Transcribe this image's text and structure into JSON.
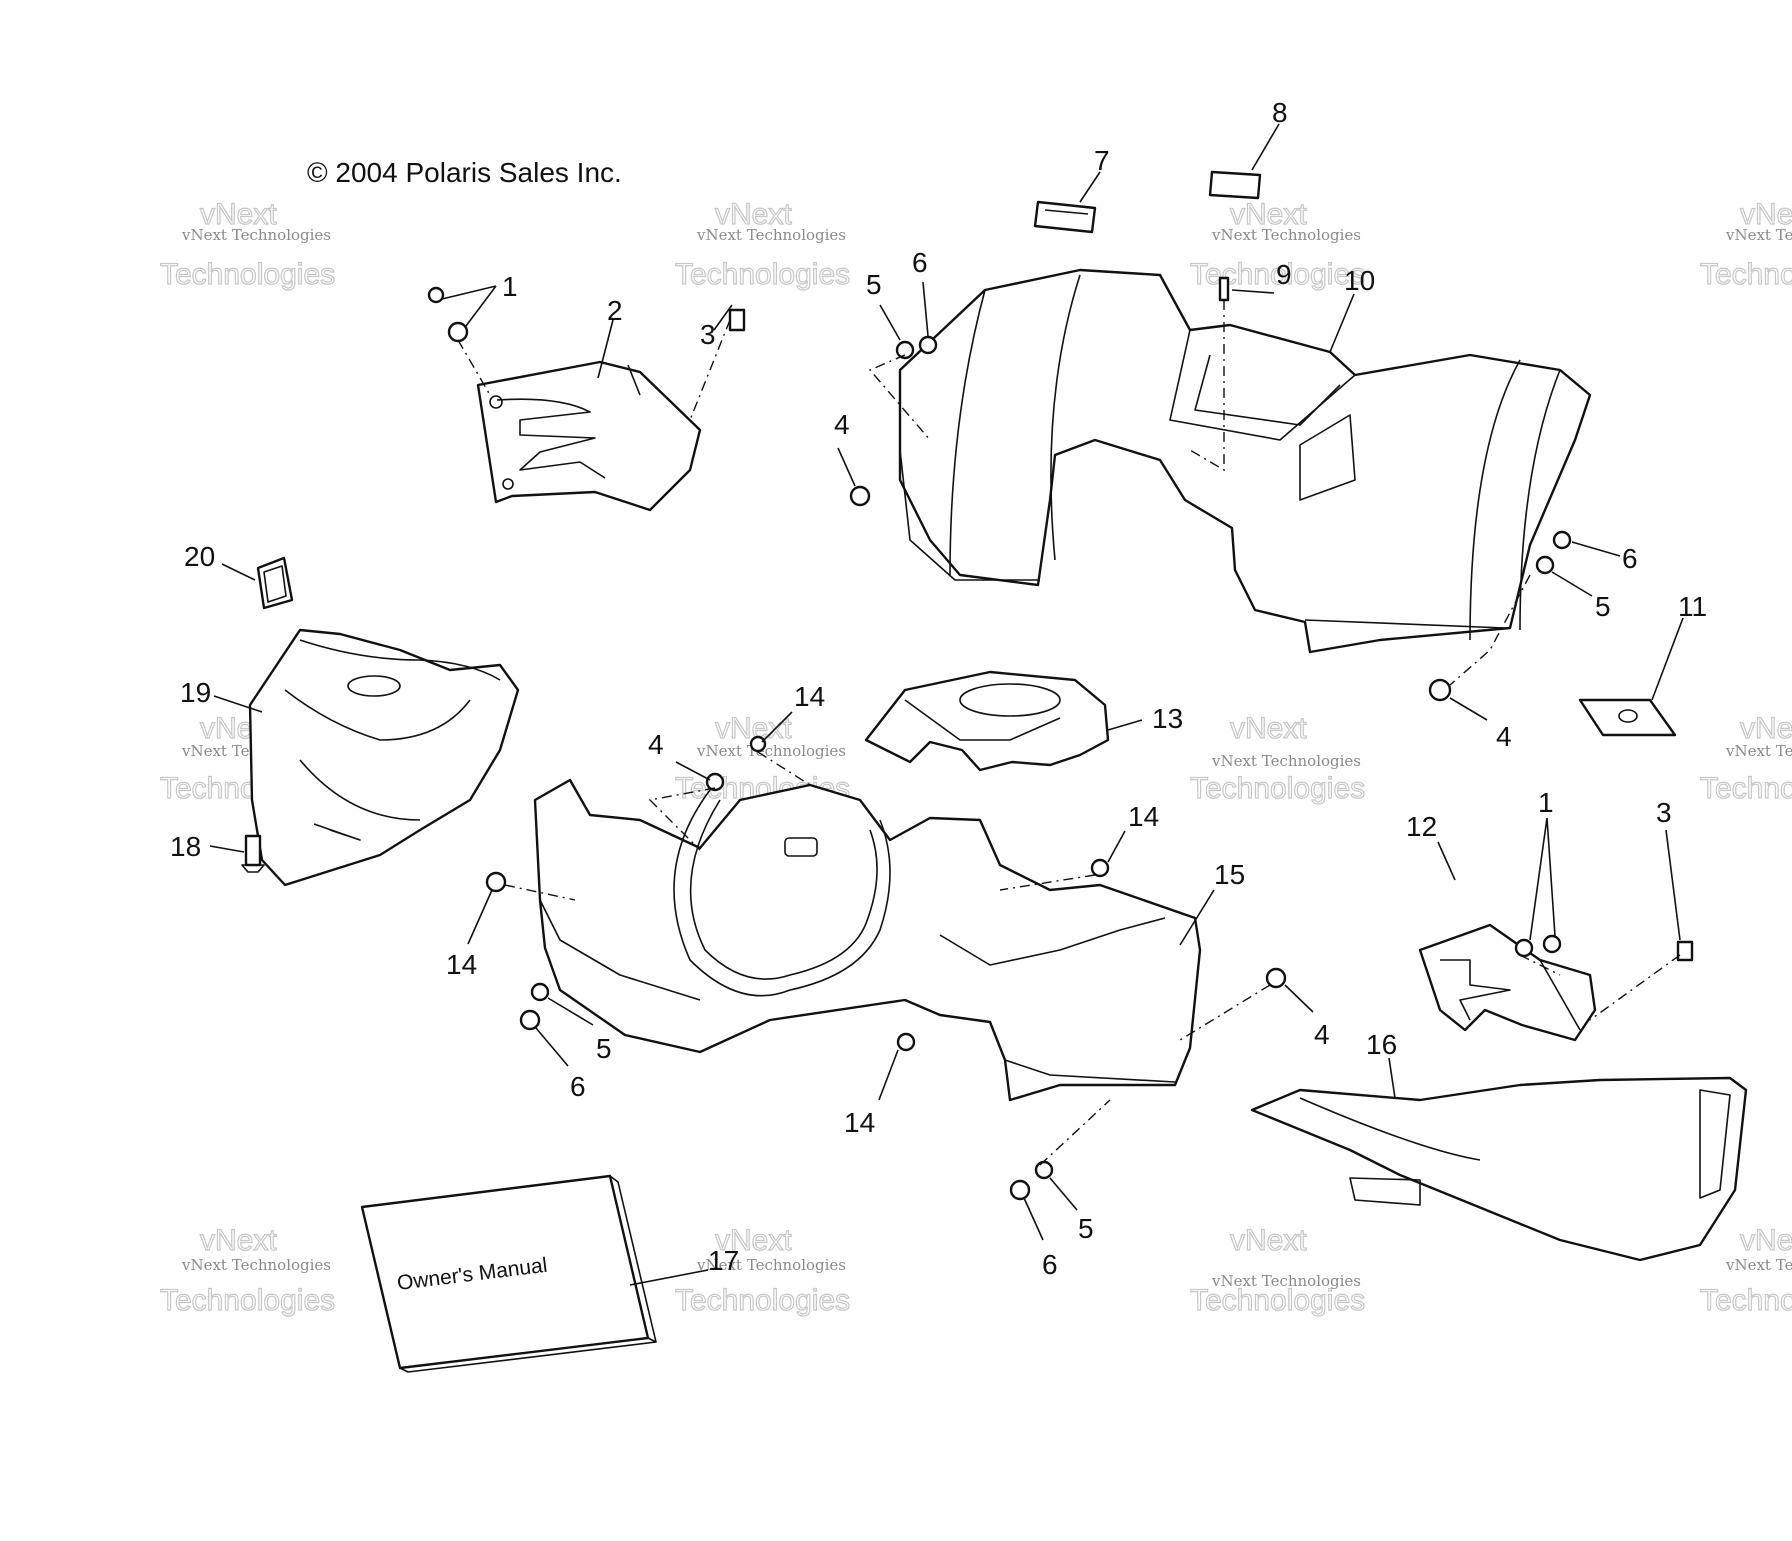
{
  "copyright": "© 2004 Polaris Sales Inc.",
  "manual_label": "Owner's Manual",
  "watermark": {
    "small": "vNext Technologies",
    "large_top": "vNext",
    "large_bottom": "Technologies"
  },
  "callouts": {
    "c1a": "1",
    "c2": "2",
    "c3a": "3",
    "c4a": "4",
    "c5a": "5",
    "c6a": "6",
    "c7": "7",
    "c8": "8",
    "c9": "9",
    "c10": "10",
    "c6b": "6",
    "c5b": "5",
    "c4b": "4",
    "c11": "11",
    "c20": "20",
    "c19": "19",
    "c18": "18",
    "c14a": "14",
    "c4c": "4",
    "c13": "13",
    "c14b": "14",
    "c15": "15",
    "c12": "12",
    "c1b": "1",
    "c3b": "3",
    "c14c": "14",
    "c5c": "5",
    "c6c": "6",
    "c14d": "14",
    "c4d": "4",
    "c16": "16",
    "c5d": "5",
    "c6d": "6",
    "c17": "17"
  }
}
